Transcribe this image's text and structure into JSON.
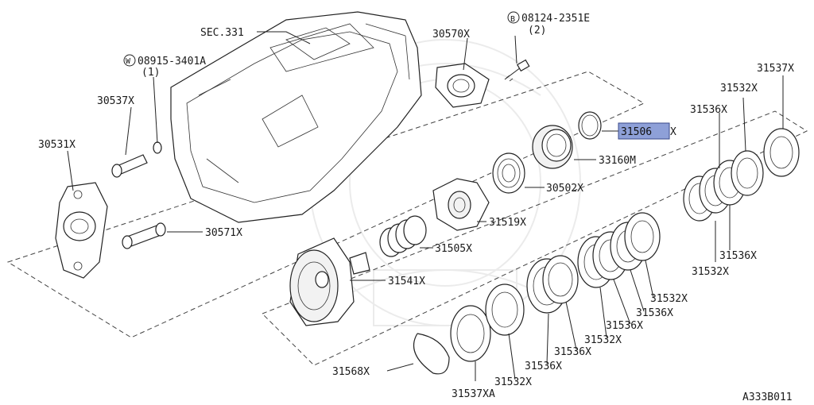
{
  "diagram": {
    "highlight_color": "#8ea0d8",
    "figure_code": "A333B011",
    "parts": {
      "sec": "SEC.331",
      "bolt_b_code": "08124-2351E",
      "bolt_b_marker": "B",
      "bolt_b_qty": "(2)",
      "washer_code": "08915-3401A",
      "washer_marker": "W",
      "washer_qty": "(1)",
      "p30570": "30570X",
      "p30537": "30537X",
      "p30531": "30531X",
      "p30571": "30571X",
      "p31506_num": "31506",
      "p31506_suffix": "X",
      "p33160": "33160M",
      "p30502": "30502X",
      "p31519": "31519X",
      "p31505": "31505X",
      "p31541": "31541X",
      "p31568": "31568X",
      "p31537xa": "31537XA",
      "p31537_top": "31537X",
      "p31532_1": "31532X",
      "p31532_2": "31532X",
      "p31532_3": "31532X",
      "p31532_4": "31532X",
      "p31532_5": "31532X",
      "p31536_1": "31536X",
      "p31536_2": "31536X",
      "p31536_3": "31536X",
      "p31536_4": "31536X",
      "p31536_5": "31536X",
      "p31536_6": "31536X"
    }
  }
}
